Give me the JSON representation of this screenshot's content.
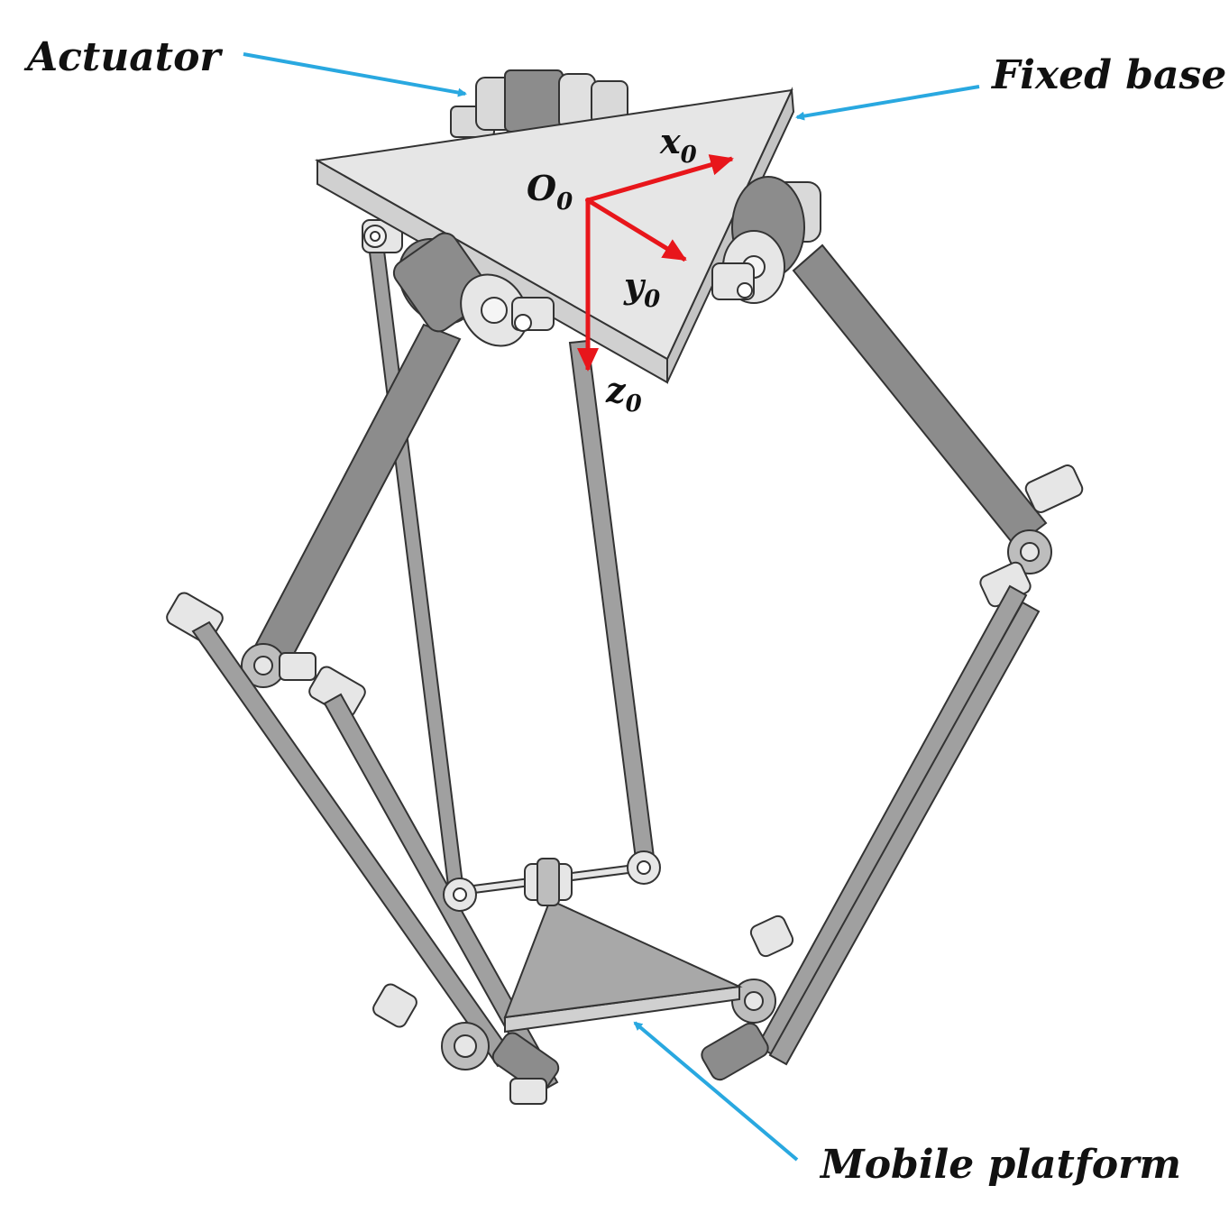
{
  "labels": {
    "actuator": "Actuator",
    "fixed_base": "Fixed base",
    "mobile_platform": "Mobile platform"
  },
  "axes": {
    "origin": {
      "main": "O",
      "sub": "0"
    },
    "x": {
      "main": "x",
      "sub": "0"
    },
    "y": {
      "main": "y",
      "sub": "0"
    },
    "z": {
      "main": "z",
      "sub": "0"
    }
  },
  "colors": {
    "callout_arrow": "#29a8e0",
    "axis_arrow": "#e8161b",
    "plate_fill": "#e6e6e6",
    "arm_fill": "#8c8c8c",
    "outline": "#333333"
  }
}
